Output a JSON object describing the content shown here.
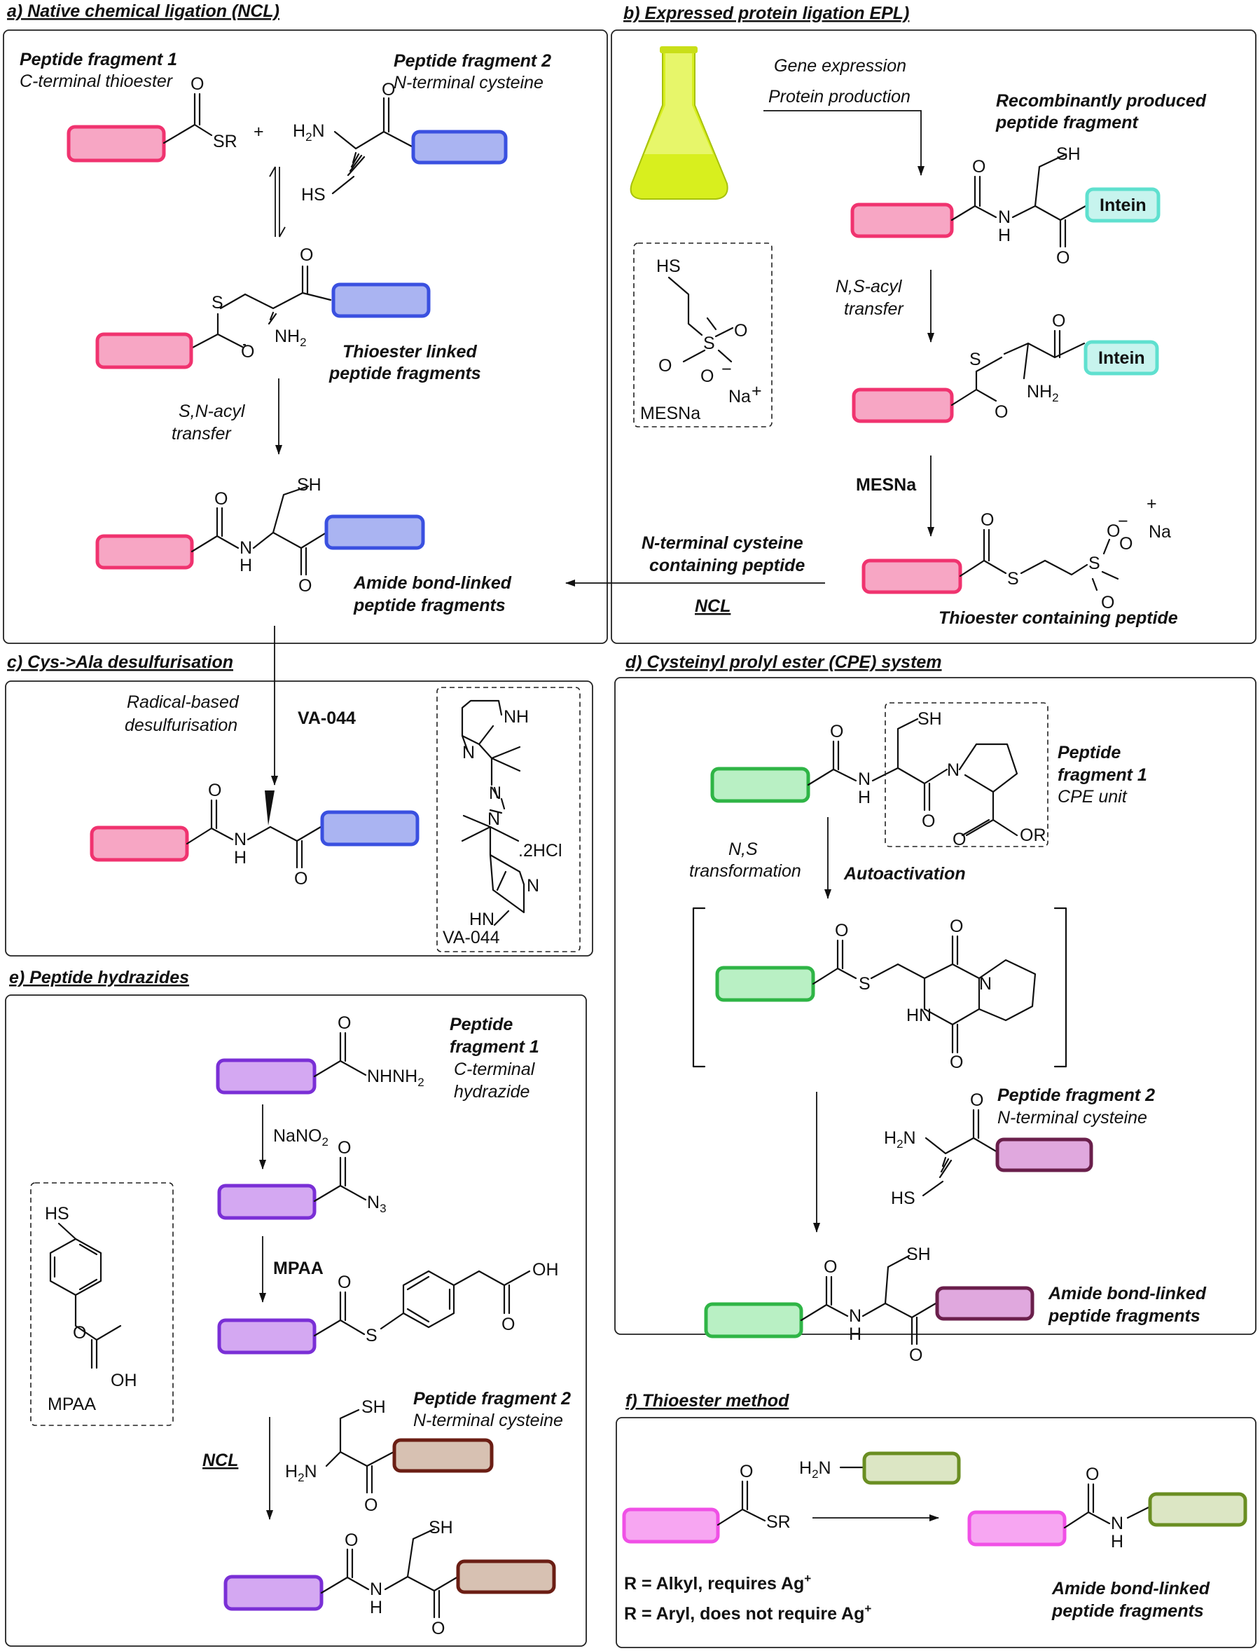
{
  "colors": {
    "red_fragment": "#f0336f",
    "blue_fragment": "#3a50e0",
    "intein": "#5fe0cf",
    "green_fragment": "#2fb546",
    "violet_fragment": "#7a2fd6",
    "brown_fragment": "#6b1e14",
    "maroon_fragment": "#6a1f4b",
    "magenta_fragment": "#f050e6",
    "olive_fragment": "#6a8e22"
  },
  "panels": {
    "a": {
      "title": "a) Native chemical ligation (NCL)",
      "frag1_title": "Peptide fragment 1",
      "frag1_sub": "C-terminal thioester",
      "frag2_title": "Peptide fragment 2",
      "frag2_sub": "N-terminal cysteine",
      "plus": "+",
      "thioester_label": [
        "Thioester linked",
        "peptide fragments"
      ],
      "step_label": [
        "S,N-acyl",
        "transfer"
      ],
      "product_label": [
        "Amide bond-linked",
        "peptide fragments"
      ]
    },
    "b": {
      "title": "b) Expressed protein ligation EPL)",
      "expr": [
        "Gene expression",
        "Protein production"
      ],
      "recomb": [
        "Recombinantly produced",
        "peptide fragment"
      ],
      "intein": "Intein",
      "acyl_step": [
        "N,S-acyl",
        "transfer"
      ],
      "mesna_step": "MESNa",
      "mesna_caption": "MESNa",
      "ncl_arrow": [
        "N-terminal cysteine",
        "containing peptide"
      ],
      "ncl": "NCL",
      "thioester_label": "Thioester containing peptide"
    },
    "c": {
      "title": "c) Cys->Ala desulfurisation",
      "step_label": [
        "Radical-based",
        "desulfurisation"
      ],
      "reagent": "VA-044",
      "hcl": ".2HCl",
      "caption": "VA-044"
    },
    "d": {
      "title": "d) Cysteinyl prolyl ester (CPE) system",
      "frag1_title": [
        "Peptide",
        "fragment 1"
      ],
      "frag1_sub": "CPE unit",
      "step_label": [
        "N,S",
        "transformation"
      ],
      "auto": "Autoactivation",
      "frag2_title": "Peptide fragment 2",
      "frag2_sub": "N-terminal cysteine",
      "product_label": [
        "Amide bond-linked",
        "peptide fragments"
      ]
    },
    "e": {
      "title": "e) Peptide hydrazides",
      "frag1_title": [
        "Peptide",
        "fragment 1"
      ],
      "frag1_sub": [
        "C-terminal",
        "hydrazide"
      ],
      "nano2": "NaNO",
      "mpaa_step": "MPAA",
      "mpaa_caption": "MPAA",
      "frag2_title": "Peptide fragment 2",
      "frag2_sub": "N-terminal cysteine",
      "ncl": "NCL"
    },
    "f": {
      "title": "f) Thioester method",
      "r_alkyl": "R = Alkyl, requires Ag",
      "r_aryl": "R = Aryl, does not require Ag",
      "product_label": [
        "Amide bond-linked",
        "peptide fragments"
      ]
    }
  },
  "atoms": {
    "O": "O",
    "S": "S",
    "N": "N",
    "H": "H",
    "HN": "HN",
    "NH": "NH",
    "SH": "SH",
    "HS": "HS",
    "SR": "SR",
    "OR": "OR",
    "OH": "OH",
    "H2N": "H",
    "NH2": "NH",
    "N3": "N",
    "NHNH2": "NHNH",
    "Na": "Na",
    "plus": "+",
    "minus": "−",
    "sub2": "2",
    "sub3": "3"
  }
}
